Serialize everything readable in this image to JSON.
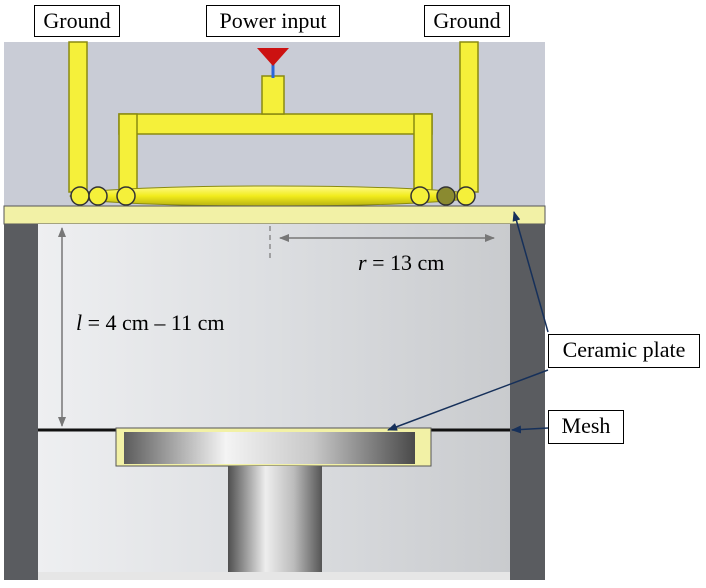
{
  "labels": {
    "ground_left": "Ground",
    "power_input": "Power input",
    "ground_right": "Ground",
    "radius_var": "r",
    "radius_rest": " = 13 cm",
    "length_var": "l",
    "length_rest": " = 4 cm – 11 cm",
    "ceramic_plate": "Ceramic plate",
    "mesh": "Mesh"
  },
  "colors": {
    "upper_chamber": "#c9ccd6",
    "yellow": "#f5f03a",
    "yellow_edge": "#8a8a10",
    "plate": "#f2f1a6",
    "wall": "#5a5c60",
    "interior": "#dadcde",
    "arrow": "#16305a",
    "dim_arrow": "#777777",
    "feed_red": "#cc1111",
    "feed_blue": "#2a66d8"
  }
}
